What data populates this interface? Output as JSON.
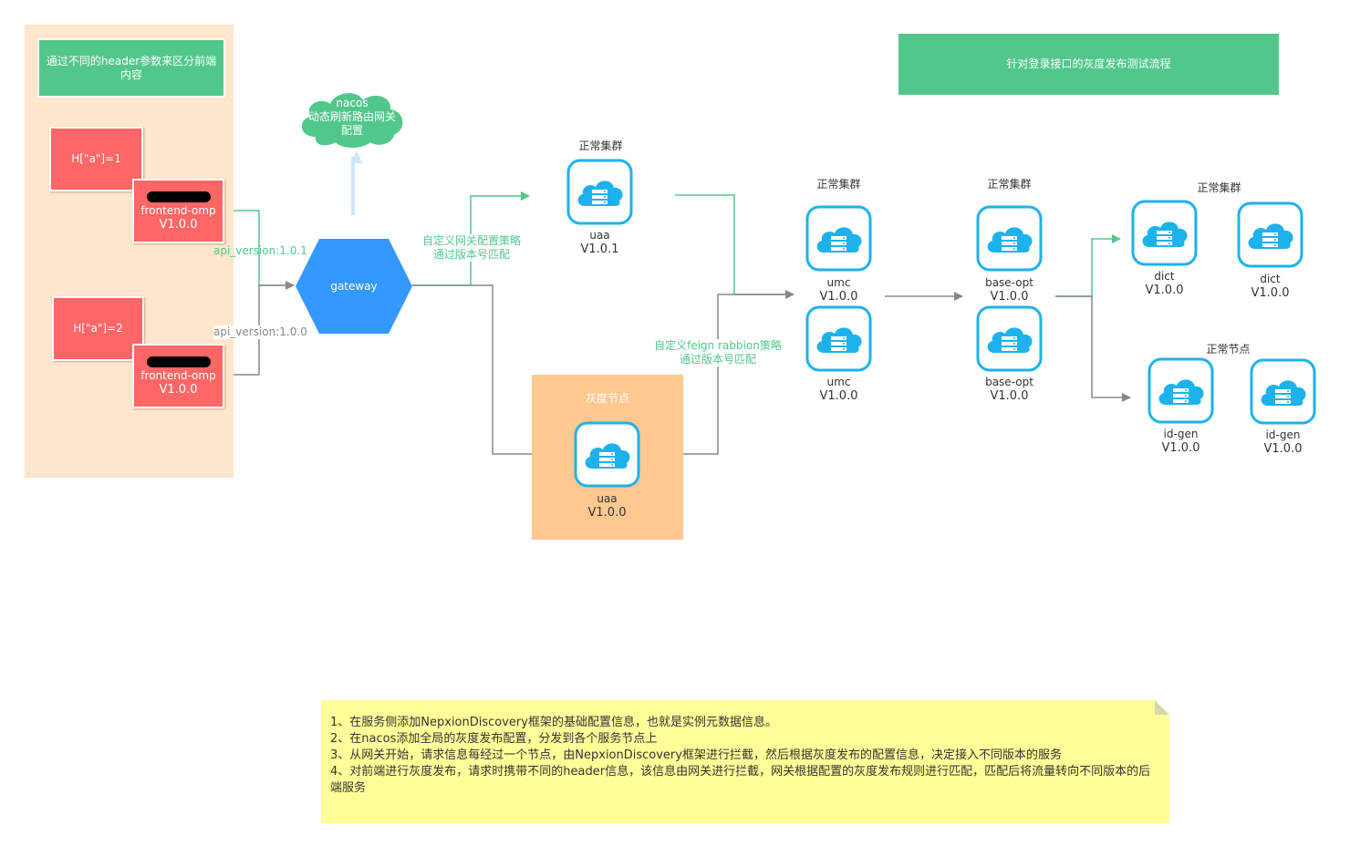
{
  "left_panel": {
    "title": "通过不同的header参数来区分前端内容",
    "clients": [
      {
        "header": "H[\"a\"]=1",
        "app": "frontend-omp",
        "version": "V1.0.0",
        "api_label": "api_version:1.0.1"
      },
      {
        "header": "H[\"a\"]=2",
        "app": "frontend-omp",
        "version": "V1.0.0",
        "api_label": "api_version:1.0.0"
      }
    ]
  },
  "header_title": "针对登录接口的灰度发布测试流程",
  "nacos": {
    "line1": "nacos",
    "line2": "动态刷新路由网关",
    "line3": "配置"
  },
  "gateway": {
    "label": "gateway"
  },
  "gateway_policy": {
    "line1": "自定义网关配置策略",
    "line2": "通过版本号匹配"
  },
  "feign_policy": {
    "line1": "自定义feign rabbion策略",
    "line2": "通过版本号匹配"
  },
  "clusters": {
    "uaa_normal": {
      "title": "正常集群",
      "nodes": [
        {
          "name": "uaa",
          "version": "V1.0.1"
        }
      ]
    },
    "uaa_gray": {
      "title": "灰度节点",
      "nodes": [
        {
          "name": "uaa",
          "version": "V1.0.0"
        }
      ]
    },
    "umc": {
      "title": "正常集群",
      "nodes": [
        {
          "name": "umc",
          "version": "V1.0.0"
        },
        {
          "name": "umc",
          "version": "V1.0.0"
        }
      ]
    },
    "base_opt": {
      "title": "正常集群",
      "nodes": [
        {
          "name": "base-opt",
          "version": "V1.0.0"
        },
        {
          "name": "base-opt",
          "version": "V1.0.0"
        }
      ]
    },
    "dict": {
      "title": "正常集群",
      "nodes": [
        {
          "name": "dict",
          "version": "V1.0.0"
        },
        {
          "name": "dict",
          "version": "V1.0.0"
        }
      ]
    },
    "id_gen": {
      "title": "正常节点",
      "nodes": [
        {
          "name": "id-gen",
          "version": "V1.0.0"
        },
        {
          "name": "id-gen",
          "version": "V1.0.0"
        }
      ]
    }
  },
  "note": {
    "lines": [
      "1、在服务侧添加NepxionDiscovery框架的基础配置信息，也就是实例元数据信息。",
      "2、在nacos添加全局的灰度发布配置，分发到各个服务节点上",
      "3、从网关开始，请求信息每经过一个节点，由NepxionDiscovery框架进行拦截，然后根据灰度发布的配置信息，决定接入不同版本的服务",
      "4、对前端进行灰度发布，请求时携带不同的header信息，该信息由网关进行拦截，网关根据配置的灰度发布规则进行匹配，匹配后将流量转向不同版本的后端服务"
    ]
  },
  "colors": {
    "green": "#52c78b",
    "red": "#ff6666",
    "blue": "#3399ff",
    "node_blue": "#1eb2ed",
    "peach": "#ffe6cc",
    "orange": "#ffc891",
    "note": "#ffff99"
  },
  "icons": {
    "node": "cloud-server-icon",
    "nacos": "cloud-icon",
    "gateway": "hexagon-icon"
  }
}
